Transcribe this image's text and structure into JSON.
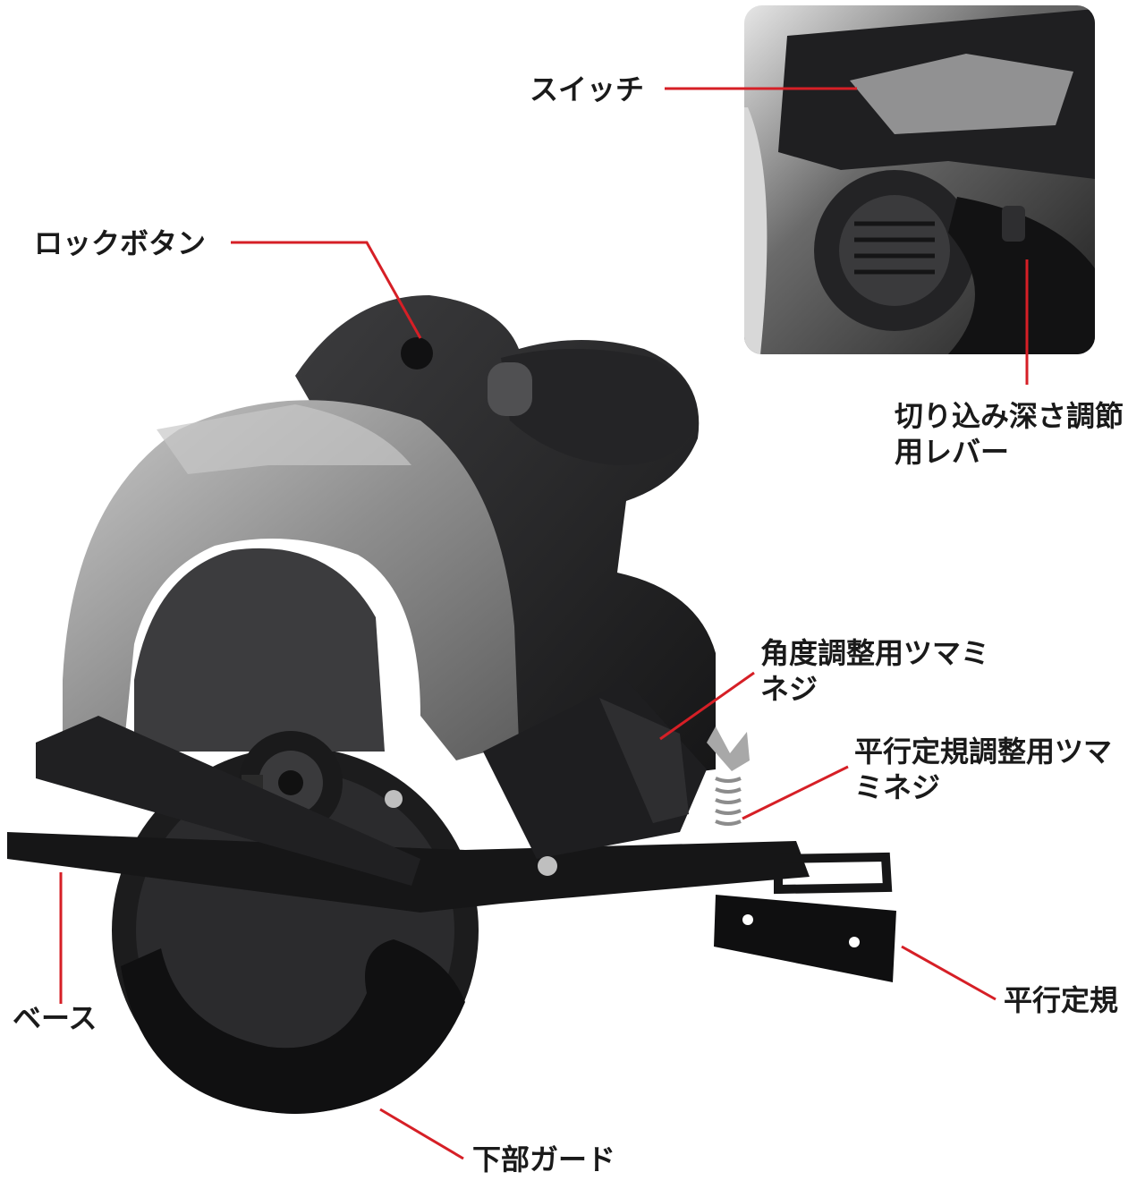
{
  "labels": {
    "switch": "スイッチ",
    "lock_button": "ロックボタン",
    "depth_lever_line1": "切り込み深さ調節",
    "depth_lever_line2": "用レバー",
    "angle_knob_line1": "角度調整用ツマミ",
    "angle_knob_line2": "ネジ",
    "parallel_knob_line1": "平行定規調整用ツマ",
    "parallel_knob_line2": "ミネジ",
    "base": "ベース",
    "parallel_fence": "平行定規",
    "lower_guard": "下部ガード"
  },
  "colors": {
    "leader_line": "#d61f26",
    "label_text": "#1a1a1a",
    "tool_body": "#2a2a2c",
    "blade_guard_silver": "#9a9a9a",
    "background": "#ffffff"
  }
}
